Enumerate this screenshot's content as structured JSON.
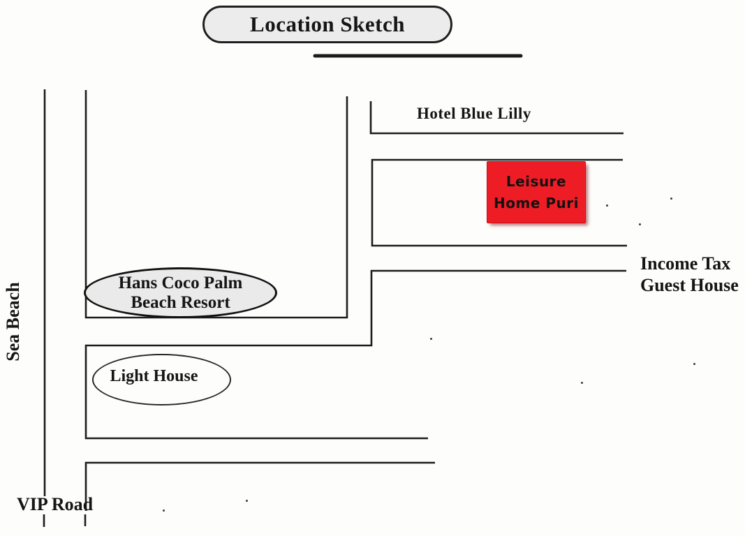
{
  "title": {
    "text": "Location Sketch"
  },
  "labels": {
    "sea_beach": "Sea Beach",
    "hotel_blue_lilly": "Hotel Blue Lilly",
    "income_tax_line1": "Income Tax",
    "income_tax_line2": "Guest House",
    "vip_road": "VIP Road"
  },
  "callouts": {
    "hans_coco_line1": "Hans Coco Palm",
    "hans_coco_line2": "Beach Resort",
    "light_house": "Light House"
  },
  "highlight": {
    "line1": "Leisure",
    "line2": "Home Puri",
    "color": "#ee1c25"
  },
  "colors": {
    "ink": "#1c1c1c",
    "callout_fill": "#ececec",
    "highlight_red": "#ee1c25",
    "background": "#fdfdfc"
  }
}
